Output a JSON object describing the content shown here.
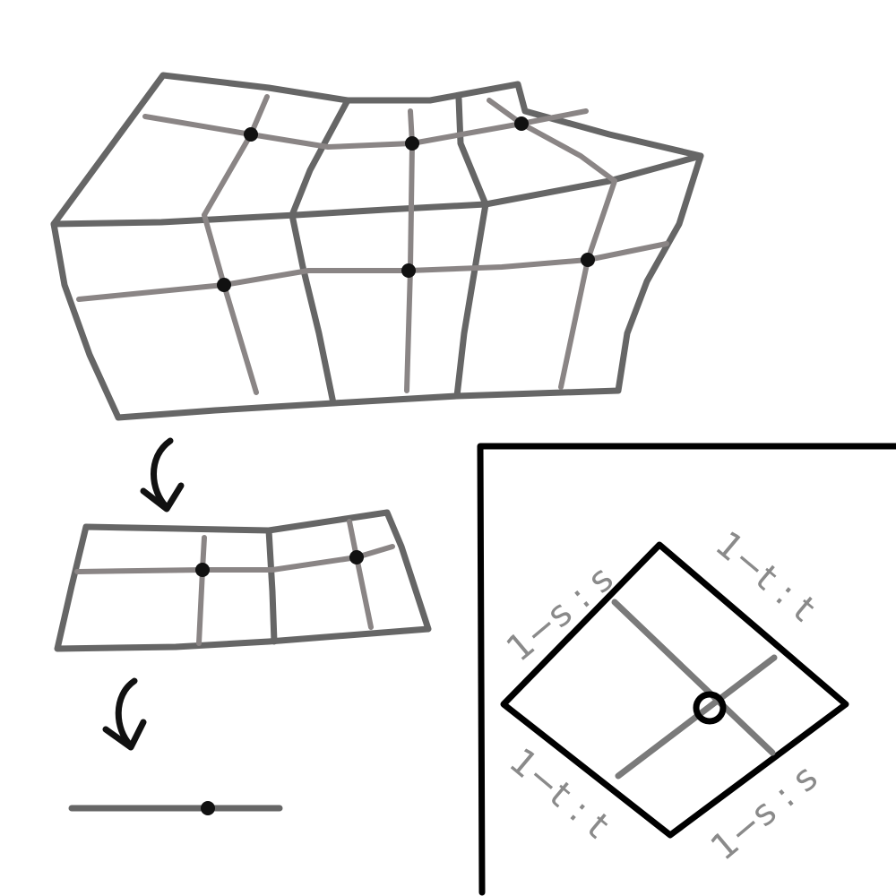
{
  "labels": {
    "upper_left": "1−s : s",
    "upper_right": "1−t : t",
    "lower_left": "1−t : t",
    "lower_right": "1−s : s"
  }
}
